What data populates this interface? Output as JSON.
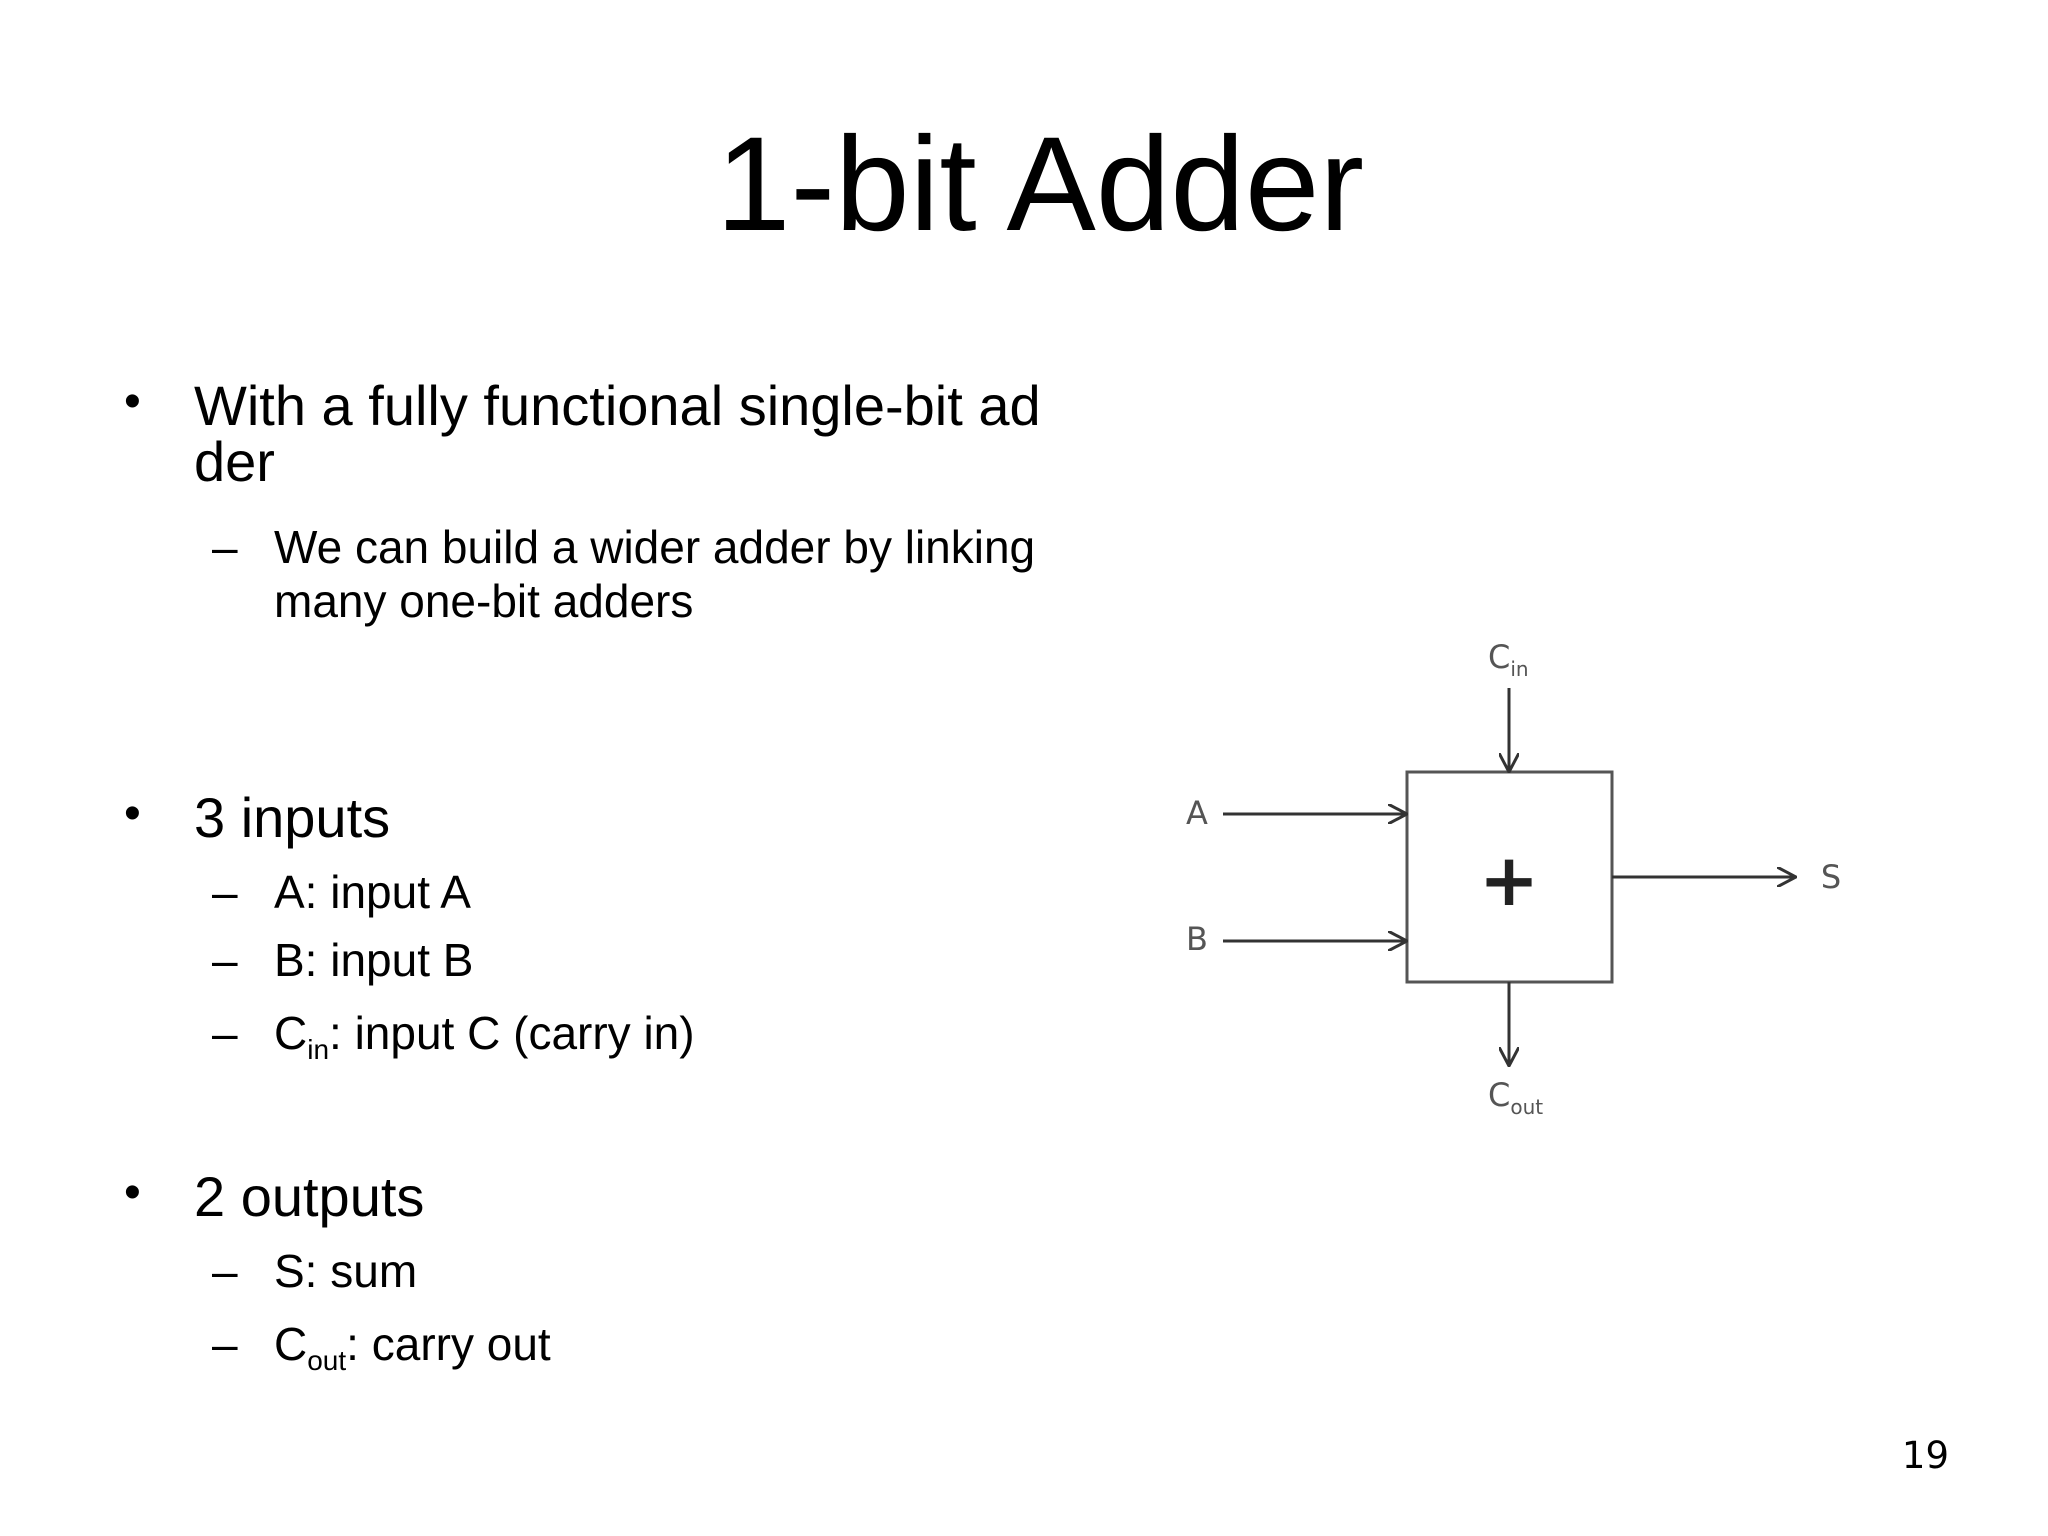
{
  "slide": {
    "title": "1-bit Adder",
    "page_number": "19"
  },
  "bullets": [
    {
      "text": "With a fully functional single-bit ad\nder",
      "subs": [
        {
          "text": "We can build a wider adder by linking\nmany one-bit adders"
        }
      ]
    },
    {
      "text": "3 inputs",
      "subs": [
        {
          "text": "A: input A"
        },
        {
          "text": "B: input B"
        },
        {
          "prefix": "C",
          "subscript": "in",
          "suffix": ": input C (carry in)"
        }
      ]
    },
    {
      "text": "2 outputs",
      "subs": [
        {
          "text": "S: sum"
        },
        {
          "prefix": "C",
          "subscript": "out",
          "suffix": ": carry out"
        }
      ]
    }
  ],
  "diagram": {
    "operator": "+",
    "input_a": "A",
    "input_b": "B",
    "carry_in_base": "C",
    "carry_in_sub": "in",
    "carry_out_base": "C",
    "carry_out_sub": "out",
    "sum": "S"
  }
}
